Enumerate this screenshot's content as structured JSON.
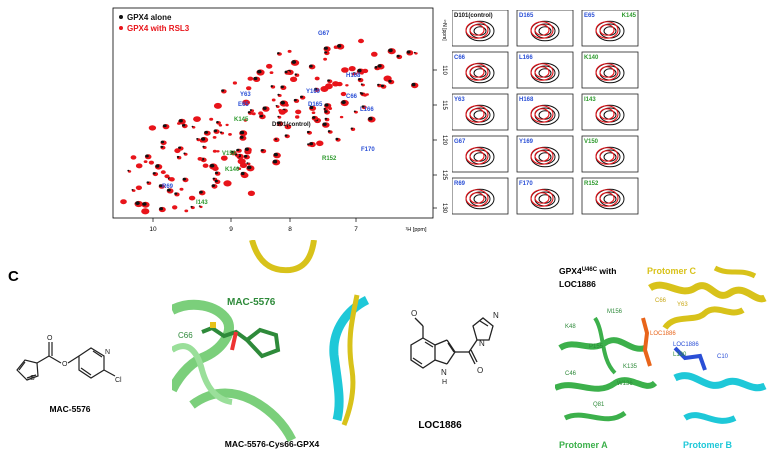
{
  "colors": {
    "black_series": "#111111",
    "red_series": "#e8141a",
    "blue_label": "#2a4fd6",
    "green_label": "#2e9a2e",
    "protomer_green": "#3cb04b",
    "protomer_yellow": "#d8c21a",
    "protomer_cyan": "#1ec8d8"
  },
  "panel_c_letter": "C",
  "nmr": {
    "legend": [
      {
        "label": "GPX4 alone",
        "color": "#111111"
      },
      {
        "label": "GPX4 with RSL3",
        "color": "#e8141a"
      }
    ],
    "x_ticks": [
      "10",
      "9",
      "8",
      "7"
    ],
    "x_unit": "¹H [ppm]",
    "y_ticks": [
      "110",
      "115",
      "120",
      "125",
      "130"
    ],
    "y_unit": "¹⁵N [ppm]",
    "center_label": "D101(control)",
    "peak_labels": [
      {
        "text": "G67",
        "color": "blue"
      },
      {
        "text": "H168",
        "color": "blue"
      },
      {
        "text": "Y63",
        "color": "blue"
      },
      {
        "text": "Y169",
        "color": "blue"
      },
      {
        "text": "C66",
        "color": "blue"
      },
      {
        "text": "E65",
        "color": "blue"
      },
      {
        "text": "D165",
        "color": "blue"
      },
      {
        "text": "L166",
        "color": "blue"
      },
      {
        "text": "K145",
        "color": "green"
      },
      {
        "text": "F170",
        "color": "blue"
      },
      {
        "text": "V150",
        "color": "green"
      },
      {
        "text": "R152",
        "color": "green"
      },
      {
        "text": "K140",
        "color": "green"
      },
      {
        "text": "R69",
        "color": "blue"
      },
      {
        "text": "I143",
        "color": "green"
      }
    ]
  },
  "contour_grid": [
    [
      "D101(control)",
      "D165",
      "E65",
      "K145"
    ],
    [
      "C66",
      "L166",
      "K140"
    ],
    [
      "Y63",
      "H168",
      "I143"
    ],
    [
      "G67",
      "Y169",
      "V150"
    ],
    [
      "R69",
      "F170",
      "R152"
    ]
  ],
  "molecules": {
    "mac5576": {
      "name": "MAC-5576",
      "atom_n": "N",
      "atom_cl": "Cl",
      "atom_o1": "O",
      "atom_o2": "O"
    },
    "loc1886": {
      "name": "LOC1886",
      "atom_o": "O",
      "atom_n1": "N",
      "atom_n2": "N",
      "atom_nh": "N",
      "atom_h": "H",
      "atom_o2": "O"
    }
  },
  "structure_mac": {
    "ligand_label": "MAC-5576",
    "residue_label": "C66",
    "caption": "MAC-5576-Cys66-GPX4"
  },
  "structure_loc": {
    "title_line1": "GPX4",
    "title_sup": "U46C",
    "title_line1_suffix": " with",
    "title_line2": "LOC1886",
    "protomer_c": "Protomer C",
    "protomer_a": "Protomer A",
    "protomer_b": "Protomer B",
    "residues": [
      "K48",
      "M156",
      "P155",
      "C46",
      "K135",
      "W136",
      "Q81",
      "L130",
      "C10",
      "Y63",
      "C66"
    ],
    "loc_label_red": "LOC1886",
    "loc_label_blue": "LOC1886"
  }
}
